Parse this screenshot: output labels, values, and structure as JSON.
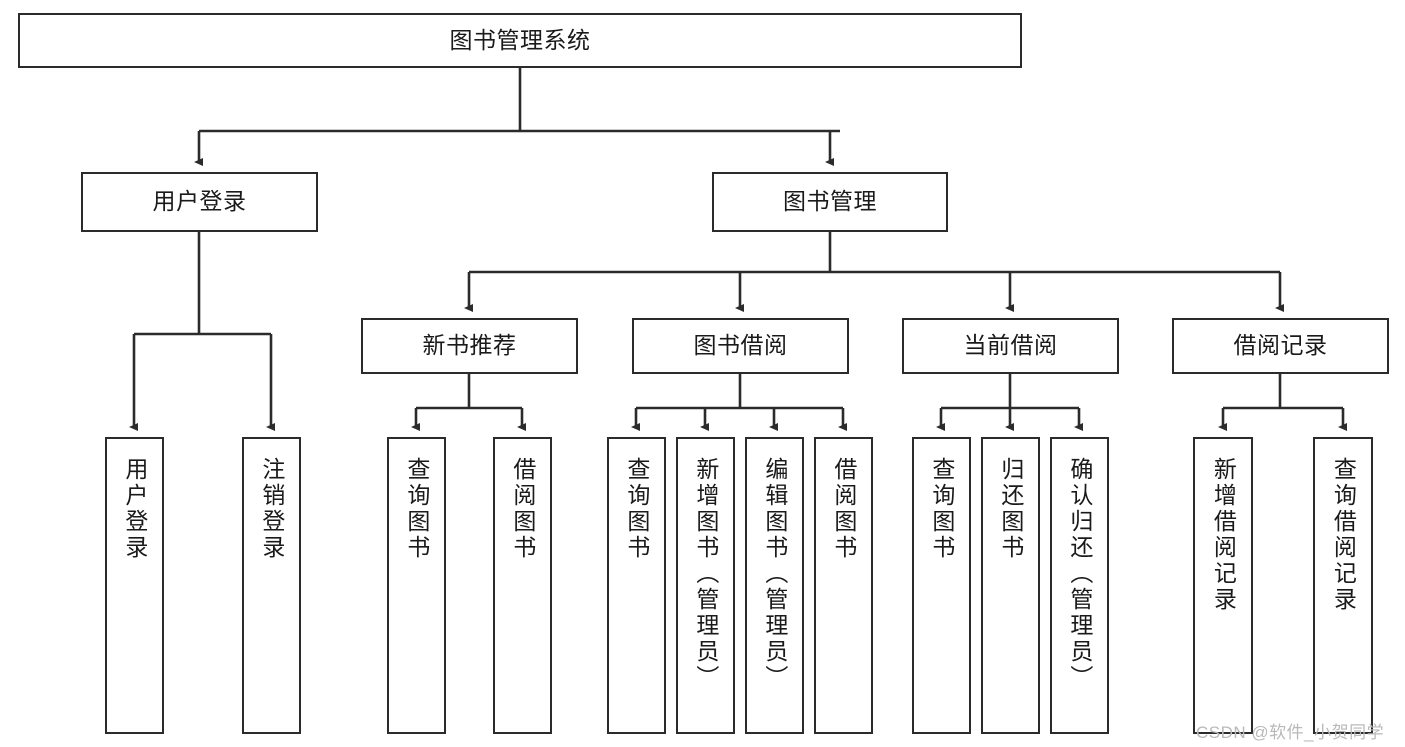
{
  "diagram": {
    "title": "图书管理系统",
    "theme": {
      "border": "#2b2b2b",
      "background": "#ffffff",
      "text": "#1a1a1a",
      "watermark_color": "#b9b9b9"
    }
  },
  "root": {
    "label": "图书管理系统"
  },
  "level1": [
    {
      "label": "用户登录"
    },
    {
      "label": "图书管理"
    }
  ],
  "level2": [
    {
      "label": "新书推荐"
    },
    {
      "label": "图书借阅"
    },
    {
      "label": "当前借阅"
    },
    {
      "label": "借阅记录"
    }
  ],
  "leaves": {
    "user_login": [
      {
        "label": "用户登录"
      },
      {
        "label": "注销登录"
      }
    ],
    "new_book": [
      {
        "label": "查询图书"
      },
      {
        "label": "借阅图书"
      }
    ],
    "book_borrow": [
      {
        "label": "查询图书"
      },
      {
        "label": "新增图书（管理员）"
      },
      {
        "label": "编辑图书（管理员）"
      },
      {
        "label": "借阅图书"
      }
    ],
    "current_borrow": [
      {
        "label": "查询图书"
      },
      {
        "label": "归还图书"
      },
      {
        "label": "确认归还（管理员）"
      }
    ],
    "borrow_record": [
      {
        "label": "新增借阅记录"
      },
      {
        "label": "查询借阅记录"
      }
    ]
  },
  "watermark": {
    "text": "CSDN @软件_小贺同学"
  }
}
